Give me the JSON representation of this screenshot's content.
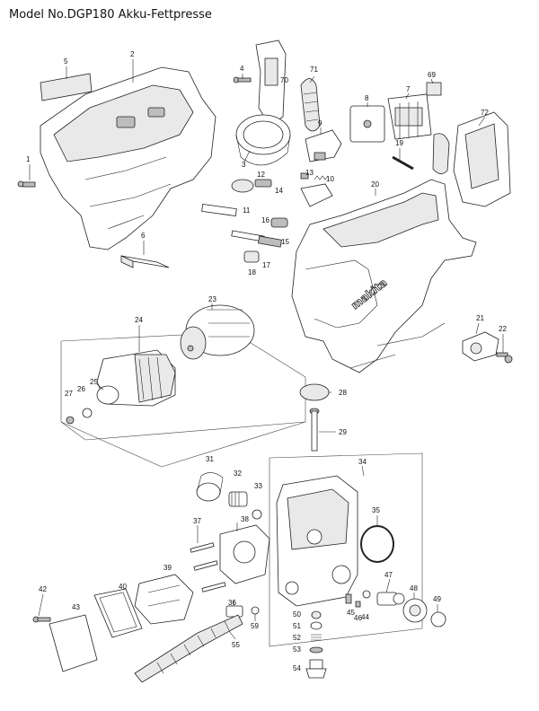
{
  "title": "Model No.DGP180 Akku-Fettpresse",
  "brand_mark": "makita",
  "callouts": [
    "1",
    "2",
    "3",
    "4",
    "5",
    "6",
    "7",
    "8",
    "9",
    "10",
    "11",
    "12",
    "13",
    "14",
    "15",
    "16",
    "17",
    "18",
    "19",
    "20",
    "21",
    "22",
    "23",
    "24",
    "25",
    "26",
    "27",
    "28",
    "29",
    "31",
    "32",
    "33",
    "34",
    "35",
    "36",
    "37",
    "38",
    "39",
    "40",
    "42",
    "43",
    "44",
    "45",
    "46",
    "47",
    "48",
    "49",
    "50",
    "51",
    "52",
    "53",
    "54",
    "55",
    "59",
    "69",
    "70",
    "71",
    "72"
  ]
}
